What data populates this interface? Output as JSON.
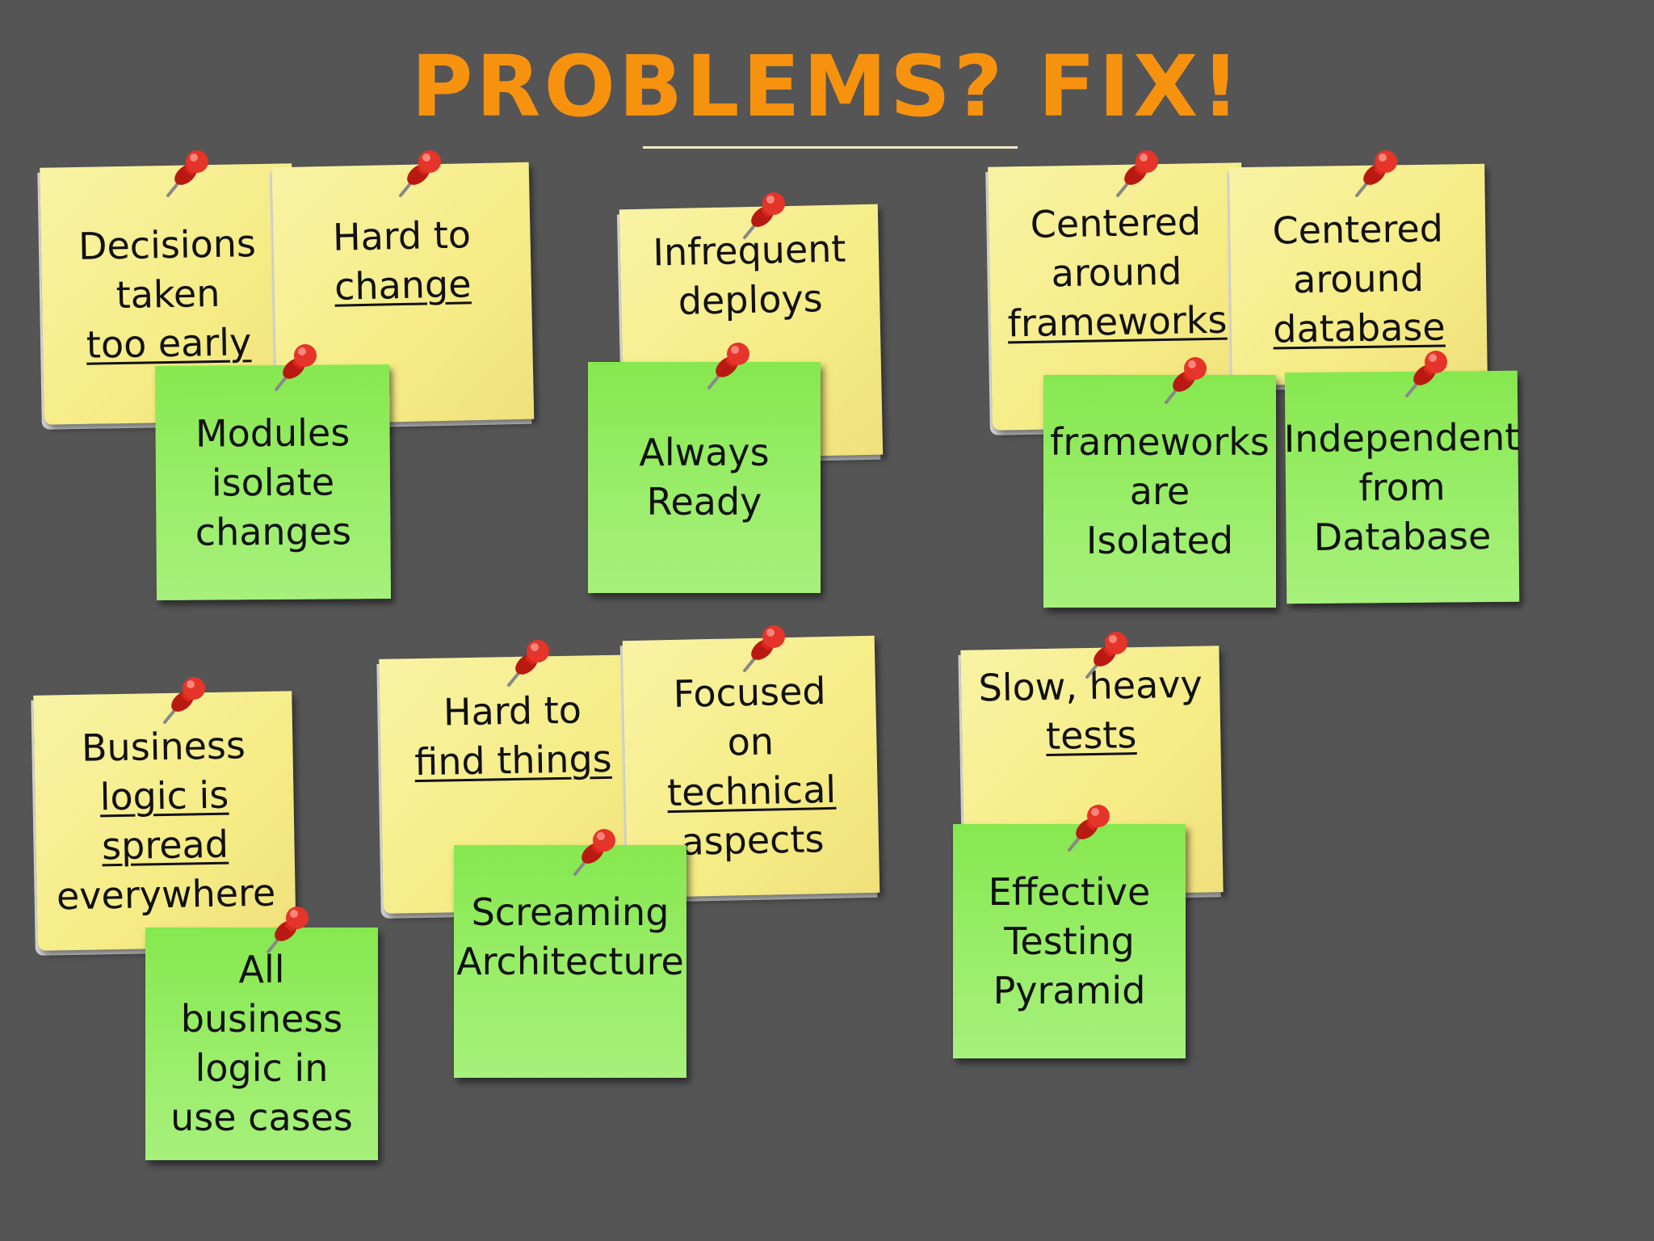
{
  "title": "PROBLEMS? FIX!",
  "colors": {
    "background": "#555555",
    "title": "#f7920f",
    "problem_note": "#f6ec86",
    "fix_note": "#9bee6b",
    "pin": "#d9261c"
  },
  "problems": [
    {
      "lines": [
        "Decisions",
        "taken",
        "too early"
      ],
      "underlined": [
        2
      ]
    },
    {
      "lines": [
        "Hard to",
        "change"
      ],
      "underlined": [
        1
      ]
    },
    {
      "lines": [
        "Infrequent",
        "deploys"
      ],
      "underlined": []
    },
    {
      "lines": [
        "Centered",
        "around",
        "frameworks"
      ],
      "underlined": [
        2
      ]
    },
    {
      "lines": [
        "Centered",
        "around",
        "database"
      ],
      "underlined": [
        2
      ]
    },
    {
      "lines": [
        "Business",
        "logic is",
        "spread",
        "everywhere"
      ],
      "underlined": [
        1,
        2
      ]
    },
    {
      "lines": [
        "Hard to",
        "find things"
      ],
      "underlined": [
        1
      ]
    },
    {
      "lines": [
        "Focused",
        "on",
        "technical",
        "aspects"
      ],
      "underlined": [
        2
      ]
    },
    {
      "lines": [
        "Slow, heavy",
        "tests"
      ],
      "underlined": [
        1
      ]
    }
  ],
  "fixes": [
    {
      "lines": [
        "Modules",
        "isolate",
        "changes"
      ]
    },
    {
      "lines": [
        "Always",
        "Ready"
      ]
    },
    {
      "lines": [
        "frameworks",
        "are",
        "Isolated"
      ]
    },
    {
      "lines": [
        "Independent",
        "from",
        "Database"
      ]
    },
    {
      "lines": [
        "All business",
        "logic in",
        "use cases"
      ]
    },
    {
      "lines": [
        "Screaming",
        "Architecture"
      ]
    },
    {
      "lines": [
        "Effective",
        "Testing",
        "Pyramid"
      ]
    }
  ],
  "pin_icon": "pushpin-icon"
}
